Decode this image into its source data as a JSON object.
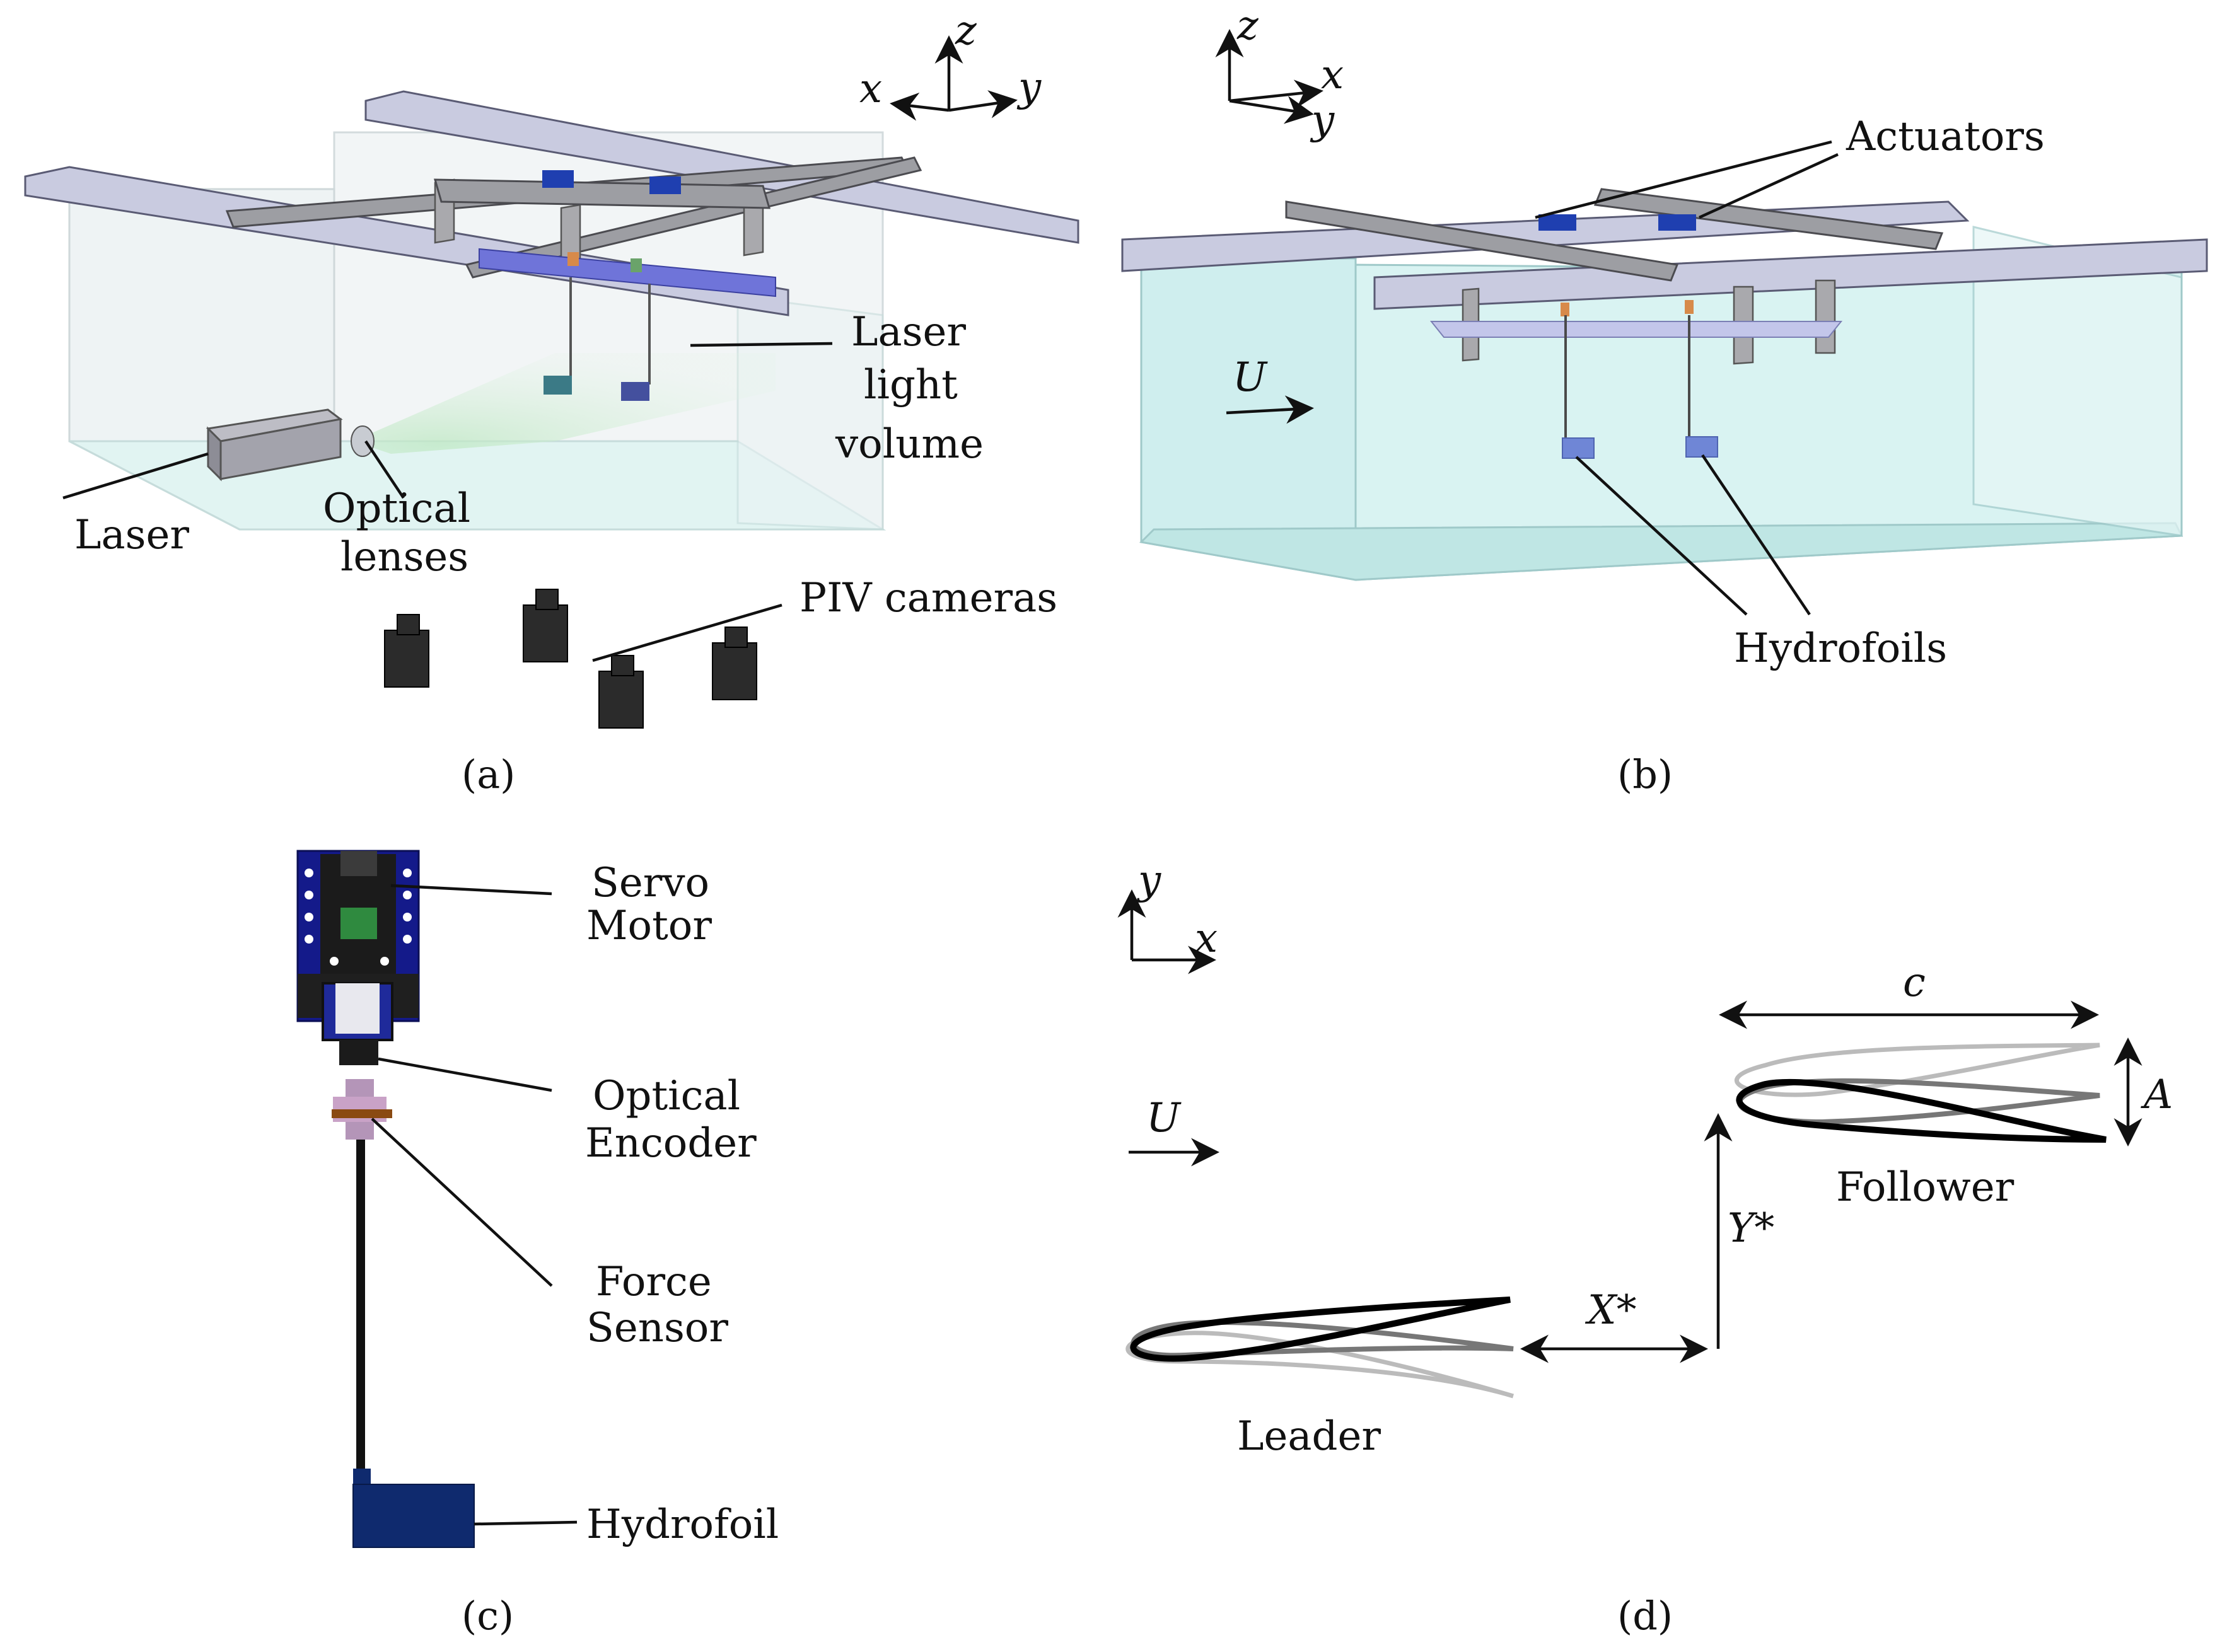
{
  "panel_a": {
    "axes": {
      "x": "x",
      "y": "y",
      "z": "z"
    },
    "labels": {
      "laser_light_volume": [
        "Laser",
        "light",
        "volume"
      ],
      "laser": "Laser",
      "optical_lenses": [
        "Optical",
        "lenses"
      ],
      "piv_cameras": "PIV cameras"
    },
    "caption": "(a)"
  },
  "panel_b": {
    "axes": {
      "x": "x",
      "y": "y",
      "z": "z"
    },
    "labels": {
      "actuators": "Actuators",
      "flow_velocity": "U",
      "hydrofoils": "Hydrofoils"
    },
    "caption": "(b)"
  },
  "panel_c": {
    "labels": {
      "servo_motor": [
        "Servo",
        "Motor"
      ],
      "optical_encoder": [
        "Optical",
        "Encoder"
      ],
      "force_sensor": [
        "Force",
        "Sensor"
      ],
      "hydrofoil": "Hydrofoil"
    },
    "caption": "(c)"
  },
  "panel_d": {
    "axes": {
      "x": "x",
      "y": "y"
    },
    "labels": {
      "flow_velocity": "U",
      "chord": "c",
      "amplitude": "A",
      "y_spacing": "Y*",
      "x_spacing": "X*",
      "follower": "Follower",
      "leader": "Leader"
    },
    "caption": "(d)"
  },
  "colors": {
    "tank_glass": "#d8f1f1",
    "beam": "#c9cbe0",
    "actuator_blue": "#1f3fb0",
    "hydrofoil_blue": "#6f86d6",
    "hydrofoil_navy": "#0f2a6e",
    "ink": "#111111"
  }
}
